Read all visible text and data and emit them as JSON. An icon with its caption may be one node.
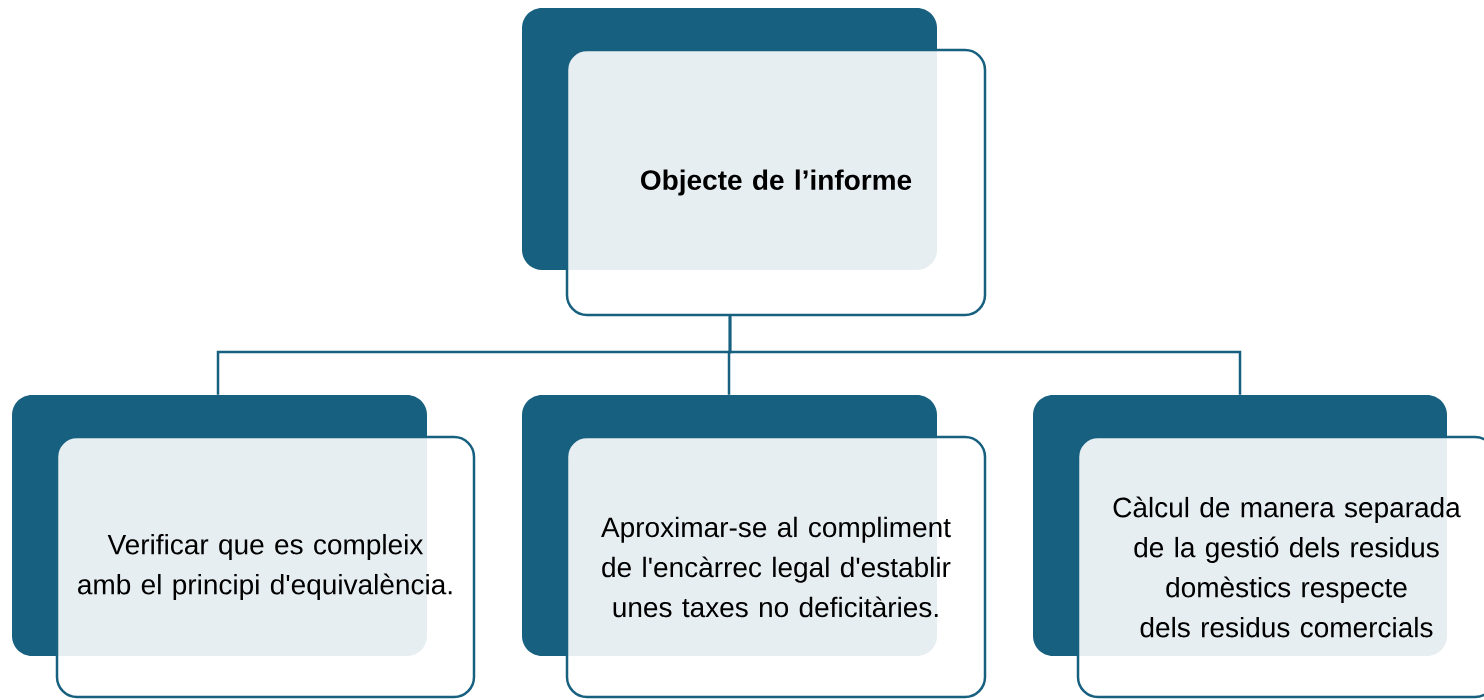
{
  "diagram": {
    "nodes": [
      {
        "text": [
          "Objecte de l’informe"
        ]
      },
      {
        "text": [
          "Verificar que es compleix amb el principi d'equivalència."
        ]
      },
      {
        "text": [
          "Aproximar-se al compliment de l'encàrrec legal d'establir unes taxes no deficitàries."
        ]
      },
      {
        "text": [
          "Càlcul de manera separada de la gestió dels residus domèstics respecte dels residus comercials"
        ]
      }
    ],
    "edges": [
      {
        "from": 0,
        "to": 1,
        "arrow": "none"
      },
      {
        "from": 0,
        "to": 2,
        "arrow": "none"
      },
      {
        "from": 0,
        "to": 3,
        "arrow": "none"
      }
    ]
  }
}
